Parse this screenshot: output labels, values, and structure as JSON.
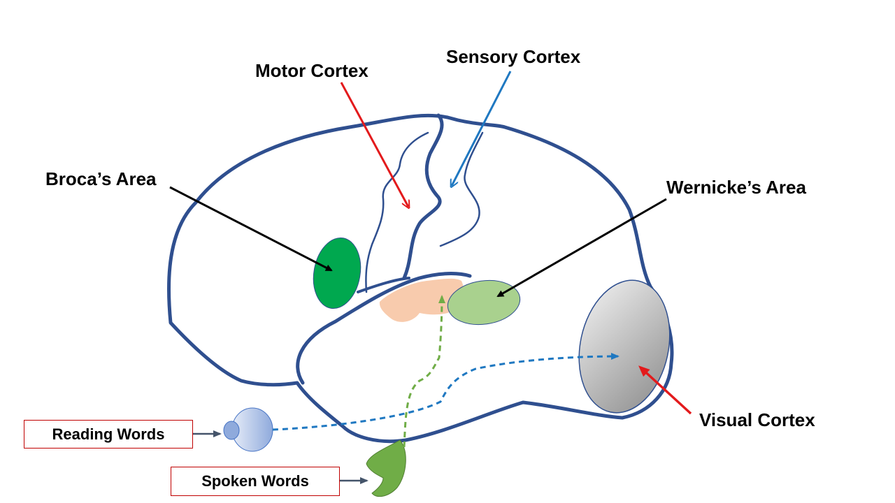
{
  "labels": {
    "motor_cortex": "Motor Cortex",
    "sensory_cortex": "Sensory Cortex",
    "brocas_area": "Broca’s Area",
    "wernickes_area": "Wernicke’s Area",
    "visual_cortex": "Visual Cortex",
    "reading_words": "Reading Words",
    "spoken_words": "Spoken Words"
  },
  "colors": {
    "brain_outline": "#2f4f8f",
    "motor_arrow": "#e31a1c",
    "sensory_arrow": "#1f78c1",
    "visual_arrow": "#e31a1c",
    "brocas_fill": "#00a84f",
    "wernickes_fill": "#a9d18e",
    "auditory_fill": "#f8cbad",
    "visual_fill": "#c9c9c9",
    "eye_fill": "#b4c7e7",
    "ear_fill": "#70ad47",
    "reading_path": "#1f78c1",
    "spoken_path": "#70ad47",
    "box_border": "#c00000",
    "input_arrow": "#44546a"
  }
}
